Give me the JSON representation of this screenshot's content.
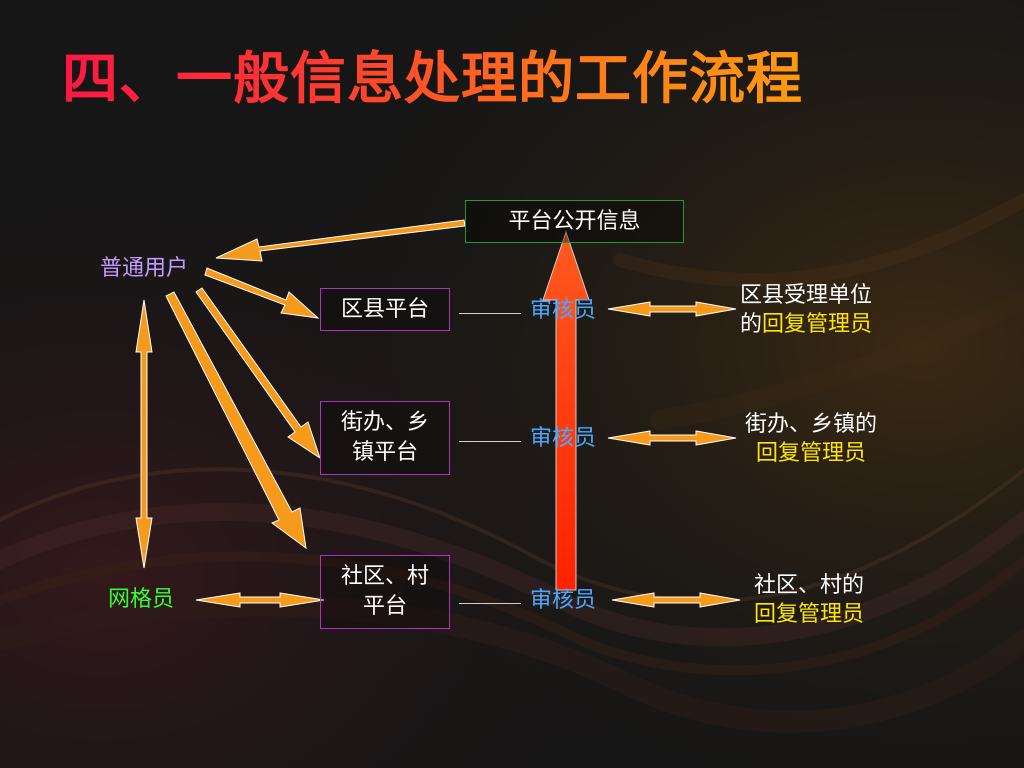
{
  "title": "四、一般信息处理的工作流程",
  "nodes": {
    "public_info": "平台公开信息",
    "user": "普通用户",
    "grid_worker": "网格员",
    "county_platform": "区县平台",
    "street_platform_line1": "街办、乡",
    "street_platform_line2": "镇平台",
    "community_platform_line1": "社区、村",
    "community_platform_line2": "平台",
    "reviewer_1": "审核员",
    "reviewer_2": "审核员",
    "reviewer_3": "审核员"
  },
  "replies": {
    "county_line1": "区县受理单位",
    "county_line2_prefix": "的",
    "county_line2_highlight": "回复管理员",
    "street_line1": "街办、乡镇的",
    "street_line2": "回复管理员",
    "community_line1": "社区、村的",
    "community_line2": "回复管理员"
  },
  "colors": {
    "arrow_orange": "#f59a1a",
    "arrow_red": "#ff3a10",
    "title_start": "#ff1744",
    "title_end": "#ff9a10"
  }
}
